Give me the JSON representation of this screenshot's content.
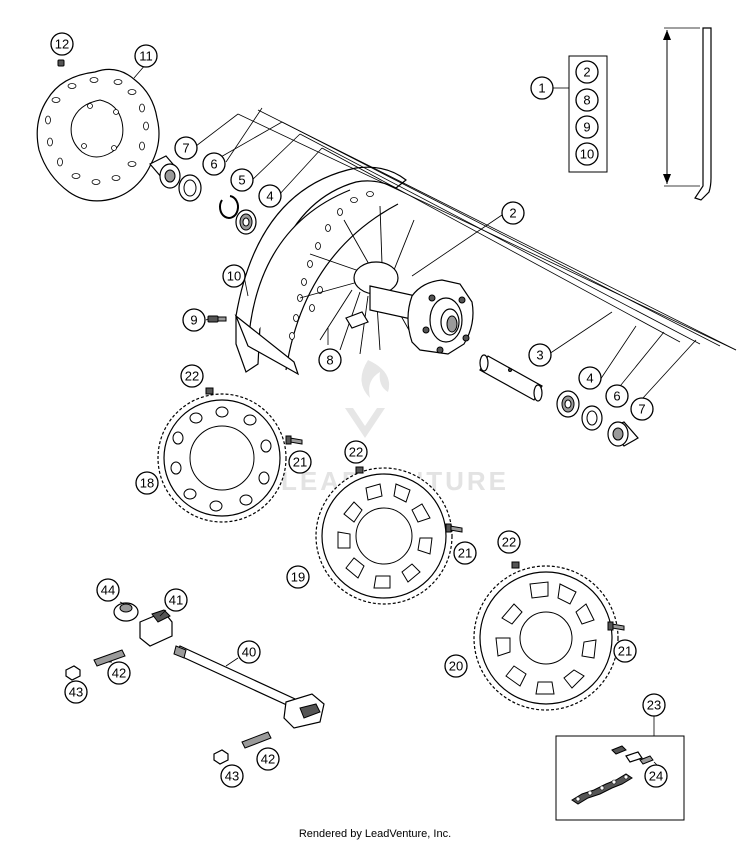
{
  "callouts": {
    "c1": "1",
    "c2a": "2",
    "c2b": "2",
    "c3": "3",
    "c4a": "4",
    "c4b": "4",
    "c5": "5",
    "c6a": "6",
    "c6b": "6",
    "c7a": "7",
    "c7b": "7",
    "c8a": "8",
    "c8b": "8",
    "c9a": "9",
    "c9b": "9",
    "c10a": "10",
    "c10b": "10",
    "c11": "11",
    "c12": "12",
    "c18": "18",
    "c19": "19",
    "c20": "20",
    "c21a": "21",
    "c21b": "21",
    "c21c": "21",
    "c22a": "22",
    "c22b": "22",
    "c22c": "22",
    "c23": "23",
    "c24": "24",
    "c40": "40",
    "c41": "41",
    "c42a": "42",
    "c42b": "42",
    "c43a": "43",
    "c43b": "43",
    "c44": "44"
  },
  "watermark": "LEADVENTURE",
  "footer": "Rendered by LeadVenture, Inc."
}
